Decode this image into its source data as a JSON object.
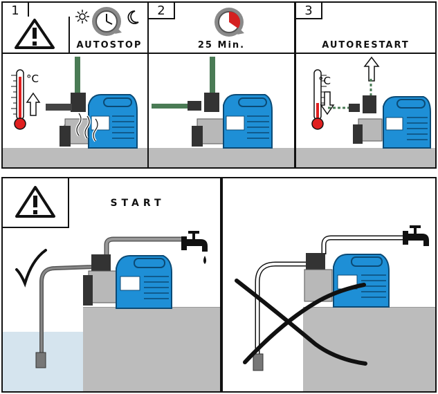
{
  "panels": [
    {
      "number": "1",
      "caption": "AUTOSTOP",
      "unit": "°C"
    },
    {
      "number": "2",
      "caption": "25 Min."
    },
    {
      "number": "3",
      "caption": "AUTORESTART",
      "unit": "°C"
    }
  ],
  "bottom": {
    "caption": "START"
  },
  "colors": {
    "pump_blue": "#1e8fd6",
    "floor": "#bcbcbc",
    "water": "#d5e4ee",
    "thermo_red": "#e02020"
  },
  "icons": [
    "warning-icon",
    "sun-icon",
    "clock-icon",
    "moon-icon",
    "timer-icon",
    "thermometer-icon",
    "arrow-up-icon",
    "arrow-down-icon",
    "faucet-icon",
    "checkmark-icon",
    "cross-icon"
  ]
}
